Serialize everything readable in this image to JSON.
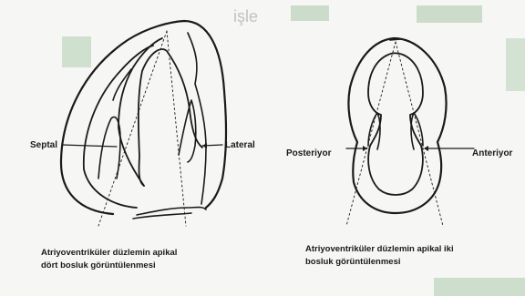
{
  "figure": {
    "watermark": "işle",
    "left_diagram": {
      "septal_label": "Septal",
      "lateral_label": "Lateral",
      "caption_line1": "Atriyoventriküler düzlemin apikal",
      "caption_line2": "dört bosluk görüntülenmesi"
    },
    "right_diagram": {
      "posterior_label": "Posteriyor",
      "anterior_label": "Anteriyor",
      "caption_line1": "Atriyoventriküler düzlemin apikal iki",
      "caption_line2": "bosluk görüntülenmesi"
    },
    "colors": {
      "ink": "#1a1a1a",
      "paper": "#f6f6f4",
      "green_patch": "#c9dcc9"
    }
  }
}
